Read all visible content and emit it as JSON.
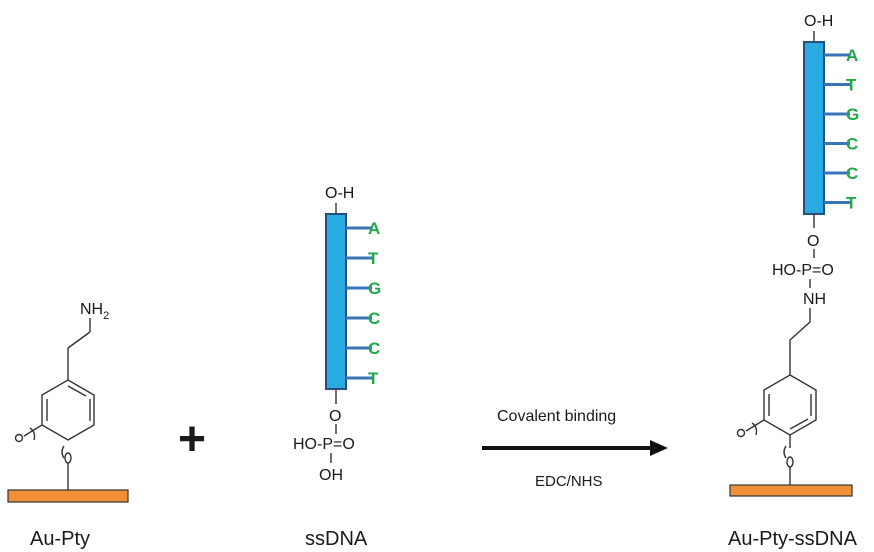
{
  "left": {
    "caption": "Au-Pty",
    "amine": "NH",
    "amine_sub": "2"
  },
  "plus": "+",
  "middle": {
    "caption": "ssDNA",
    "top": "O-H",
    "bases": [
      "A",
      "T",
      "G",
      "C",
      "C",
      "T"
    ],
    "o": "O",
    "hop": "HO-P=O",
    "oh": "OH"
  },
  "arrow": {
    "top": "Covalent binding",
    "bottom": "EDC/NHS"
  },
  "right": {
    "caption": "Au-Pty-ssDNA",
    "top": "O-H",
    "bases": [
      "A",
      "T",
      "G",
      "C",
      "C",
      "T"
    ],
    "o": "O",
    "hop": "HO-P=O",
    "nh": "NH"
  },
  "colors": {
    "gold": "#f0913a",
    "strand": "#29abe2",
    "base_text": "#22a84a",
    "tick": "#3a74b8"
  }
}
